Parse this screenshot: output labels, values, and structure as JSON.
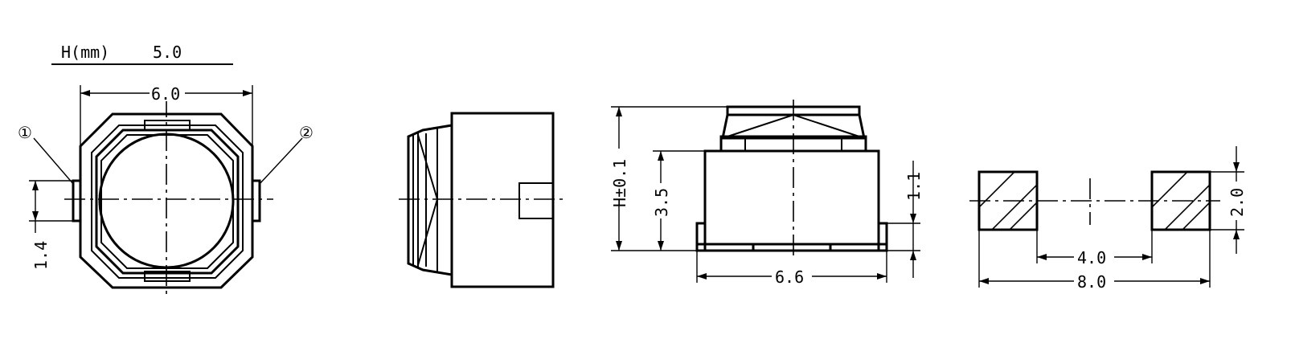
{
  "spec_table": {
    "label": "H(mm)",
    "value": "5.0"
  },
  "top_view": {
    "width_label": "6.0",
    "pin_label": "1.4",
    "pin1_marker": "①",
    "pin2_marker": "②"
  },
  "front_view": {
    "height_label": "H±0.1",
    "body_height_label": "3.5",
    "foot_height_label": "1.1",
    "length_label": "6.6"
  },
  "pad_layout": {
    "pad_height_label": "2.0",
    "gap_label": "4.0",
    "overall_label": "8.0"
  },
  "colors": {
    "line": "#000000",
    "background": "#ffffff"
  }
}
